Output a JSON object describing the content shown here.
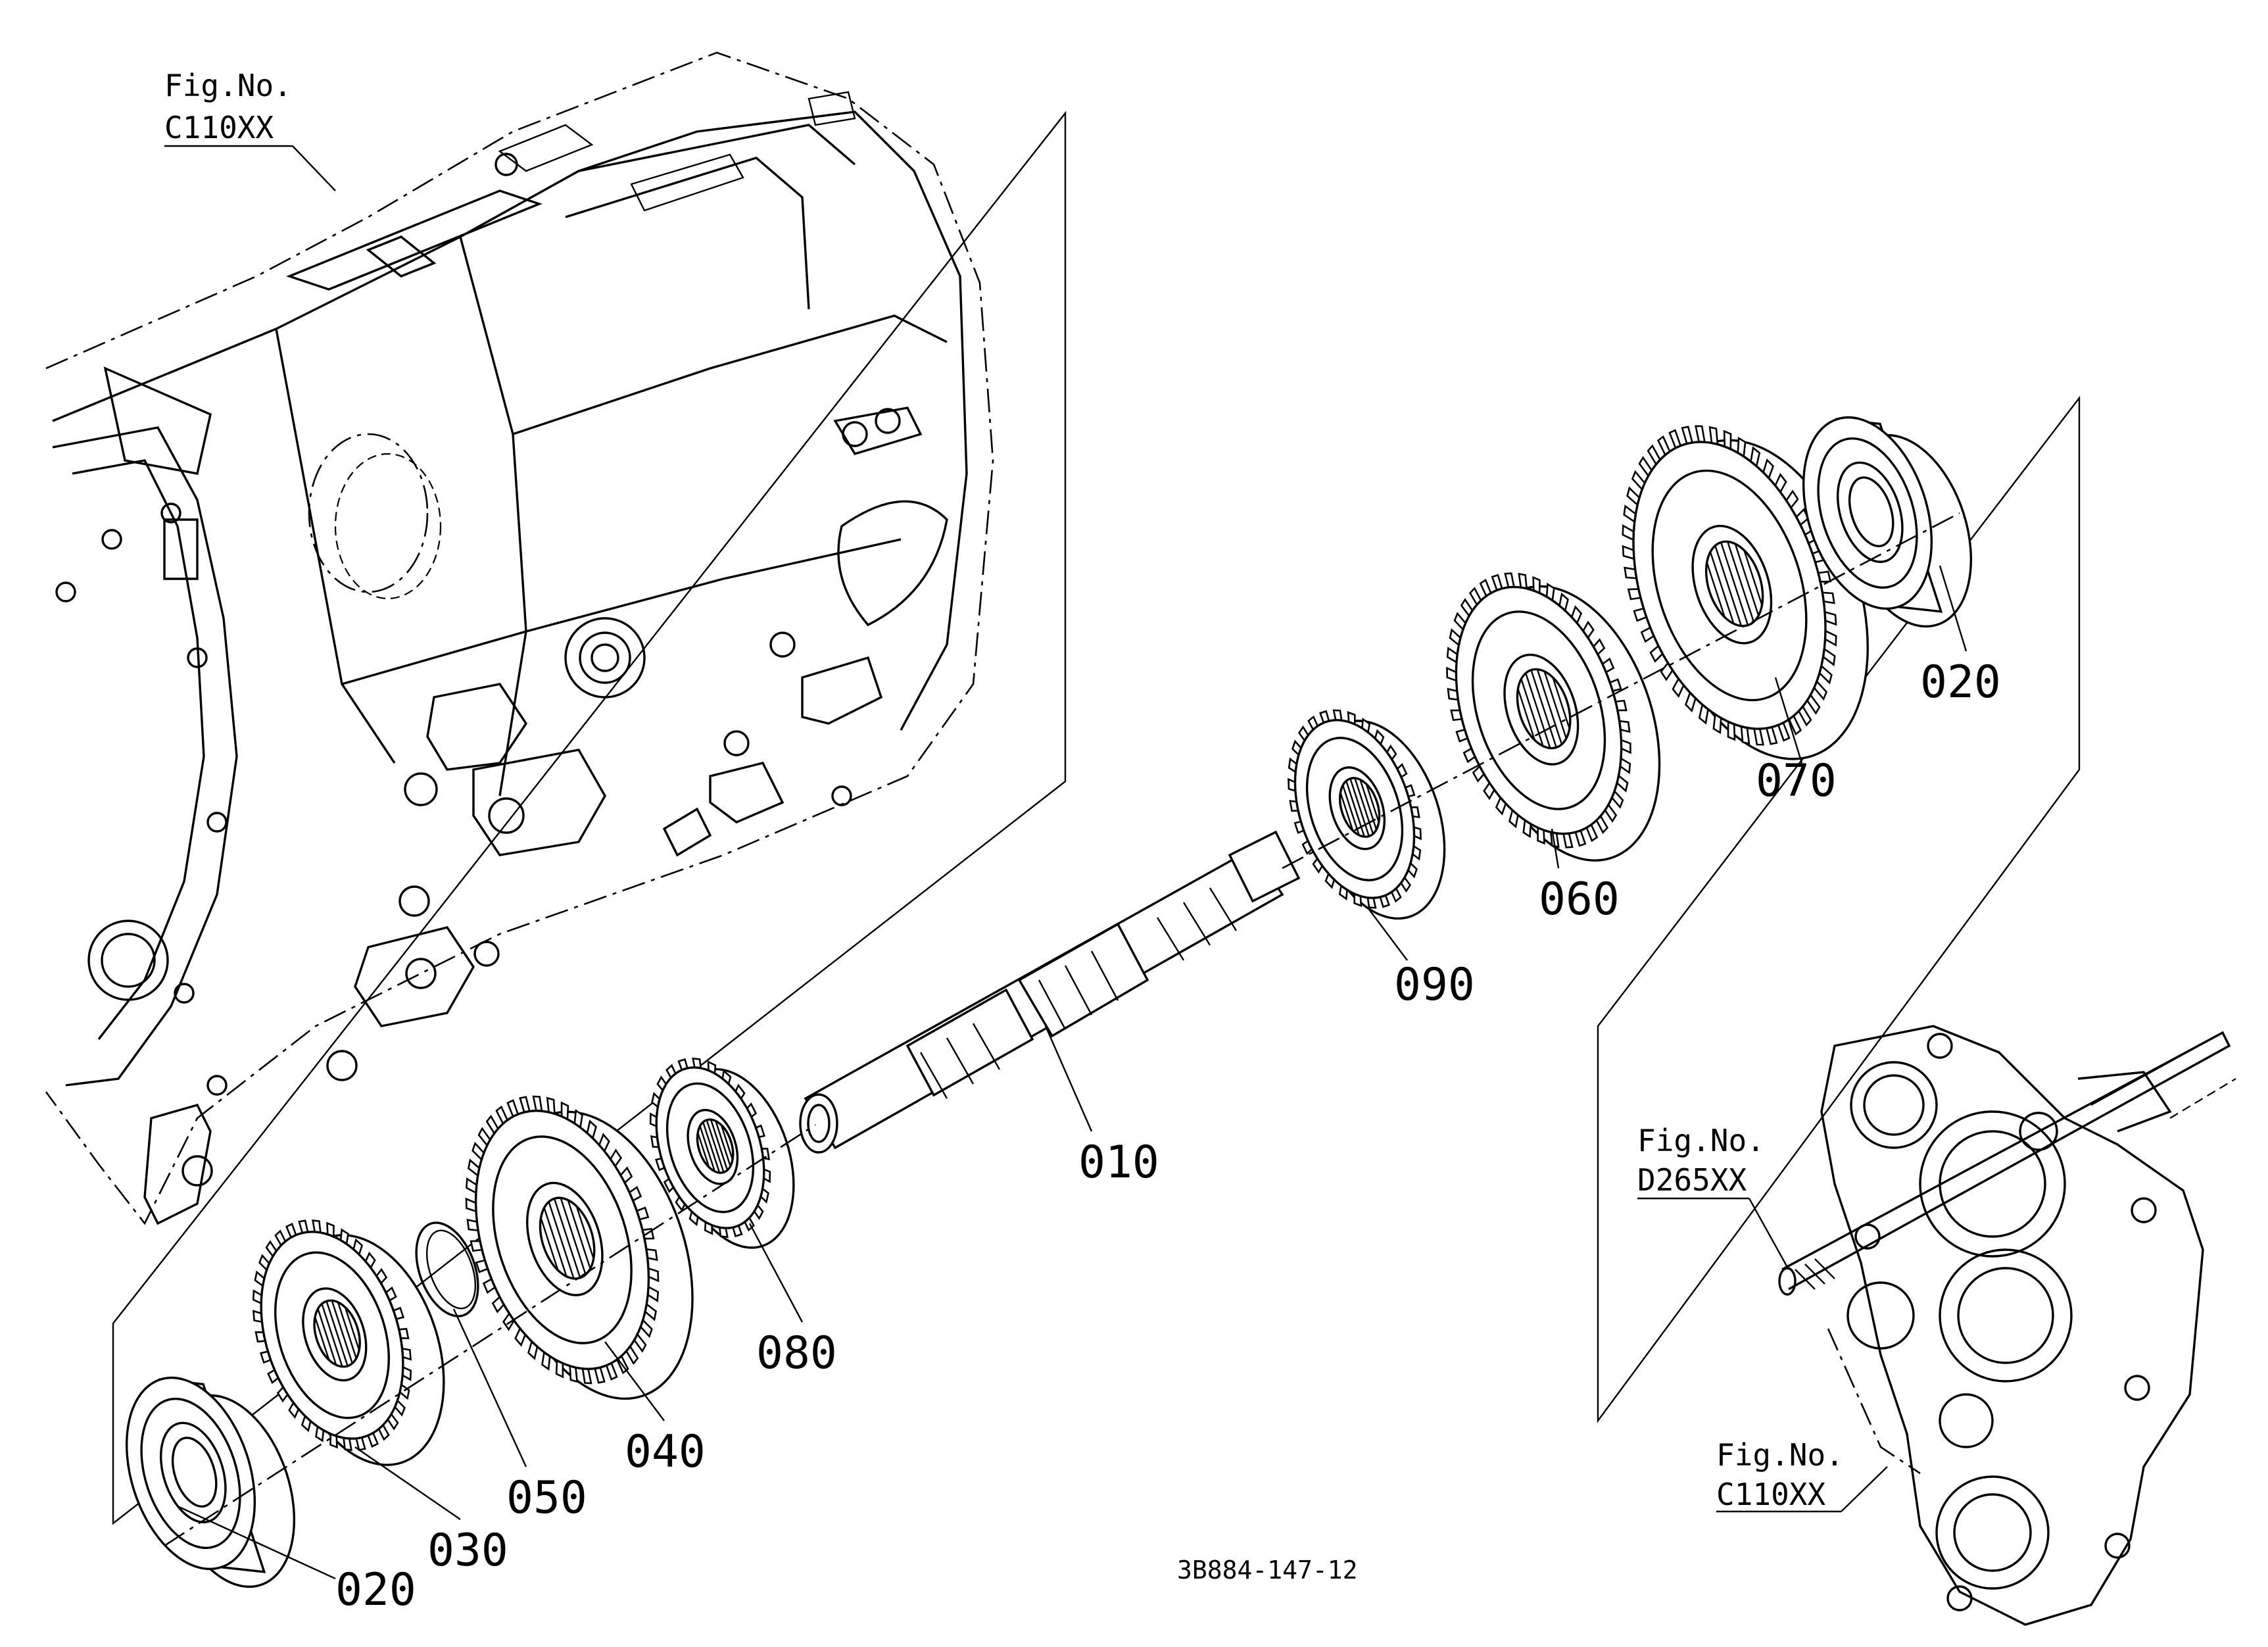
{
  "diagram_code": "3B884-147-12",
  "figure_refs": [
    {
      "id": "main-case",
      "prefix": "Fig.No.",
      "number": "C110XX"
    },
    {
      "id": "inset-shaft",
      "prefix": "Fig.No.",
      "number": "D265XX"
    },
    {
      "id": "inset-case",
      "prefix": "Fig.No.",
      "number": "C110XX"
    }
  ],
  "callouts": [
    {
      "id": "c020a",
      "label": "020"
    },
    {
      "id": "c020b",
      "label": "020"
    },
    {
      "id": "c030",
      "label": "030"
    },
    {
      "id": "c050",
      "label": "050"
    },
    {
      "id": "c040",
      "label": "040"
    },
    {
      "id": "c080",
      "label": "080"
    },
    {
      "id": "c010",
      "label": "010"
    },
    {
      "id": "c090",
      "label": "090"
    },
    {
      "id": "c060",
      "label": "060"
    },
    {
      "id": "c070",
      "label": "070"
    }
  ]
}
